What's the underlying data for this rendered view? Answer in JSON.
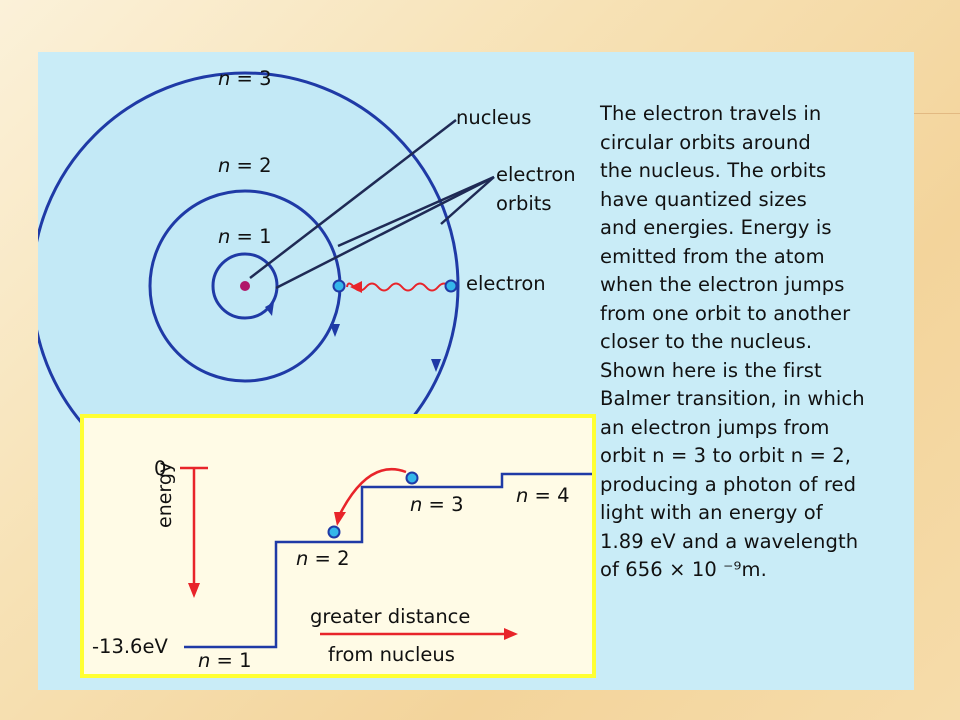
{
  "diagram": {
    "orbit_labels": {
      "n3": {
        "var": "n",
        "text": " = 3"
      },
      "n2": {
        "var": "n",
        "text": " = 2"
      },
      "n1": {
        "var": "n",
        "text": " = 1"
      }
    },
    "callouts": {
      "nucleus": "nucleus",
      "electron_orbits_line1": "electron",
      "electron_orbits_line2": "orbits",
      "electron": "electron"
    },
    "description": "The electron travels in\ncircular orbits around\nthe nucleus. The orbits\nhave quantized sizes\nand energies.  Energy is\nemitted from the atom\nwhen the electron jumps\nfrom one orbit to another\ncloser to the nucleus.\nShown here is the first\nBalmer transition, in which\nan electron jumps from\norbit n = 3 to orbit  n = 2,\nproducing a photon of red\nlight with an energy of\n1.89 eV and a wavelength\n of 656 × 10 ⁻⁹m.",
    "energy_diagram": {
      "axis_label": "energy",
      "top_value": "0",
      "bottom_value": "-13.6eV",
      "levels": [
        {
          "var": "n",
          "text": " = 1"
        },
        {
          "var": "n",
          "text": " = 2"
        },
        {
          "var": "n",
          "text": " = 3"
        },
        {
          "var": "n",
          "text": " = 4"
        }
      ],
      "distance_label_line1": "greater distance",
      "distance_label_line2": "from nucleus"
    },
    "colors": {
      "orbit": "#1f3aa6",
      "nucleus": "#b0186a",
      "electron": "#35b7ea",
      "photon": "#e8242a",
      "panel": "#c9ecf7",
      "box_border": "#ffff33"
    }
  }
}
